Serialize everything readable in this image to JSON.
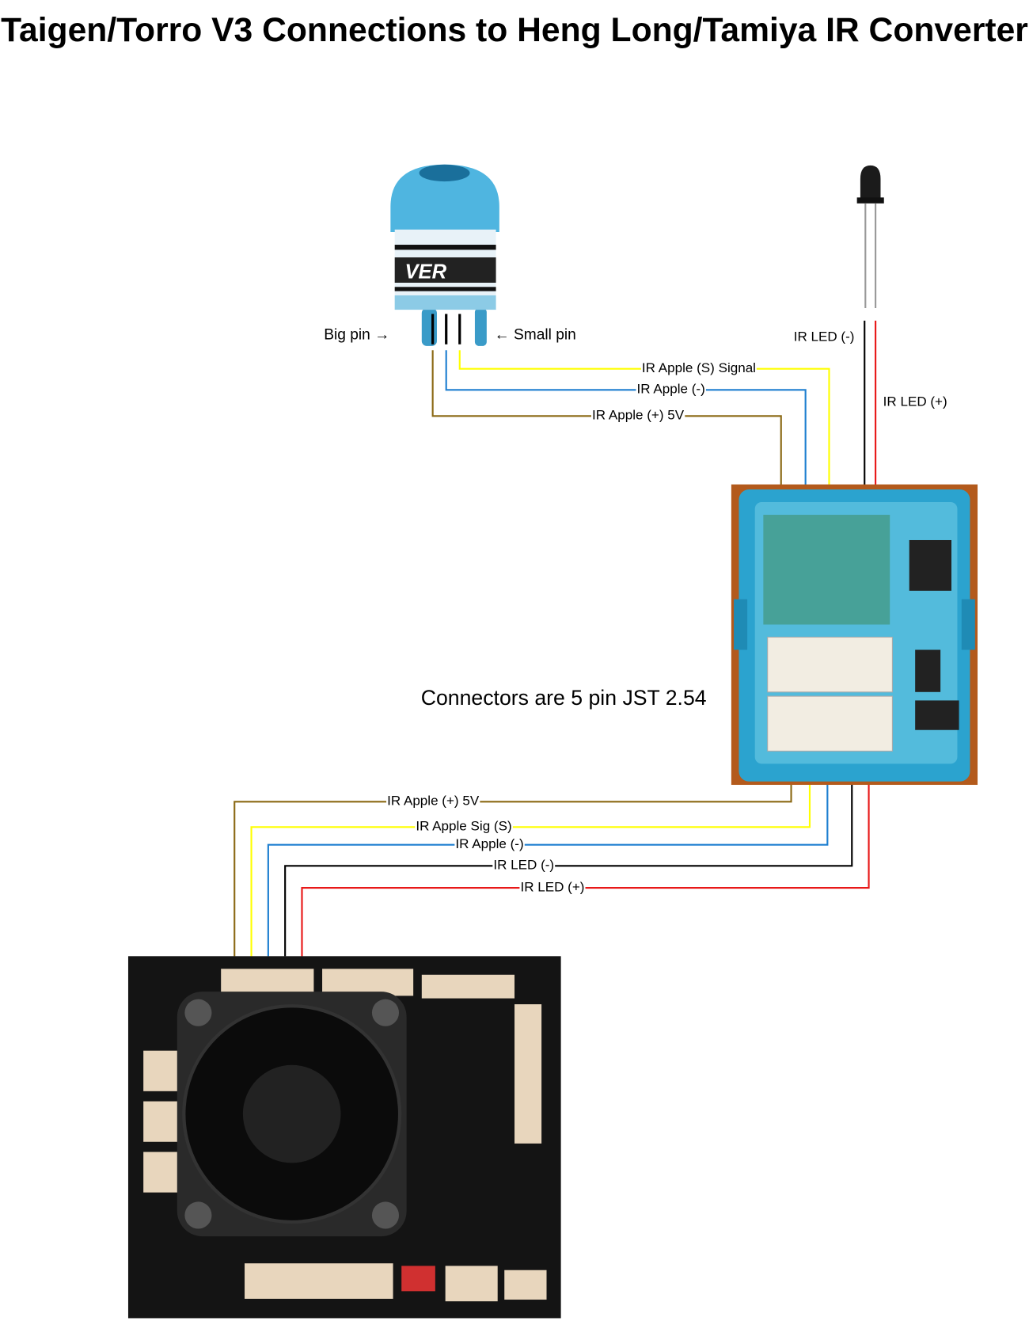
{
  "title": "Taigen/Torro V3 Connections to Heng Long/Tamiya IR Converter",
  "receiver": {
    "brand_text": "VER",
    "big_pin_label": "Big pin →",
    "small_pin_label": "←   Small pin"
  },
  "top_wires": {
    "signal": "IR Apple (S) Signal",
    "minus": "IR Apple (-)",
    "plus": "IR Apple (+) 5V",
    "led_minus": "IR LED (-)",
    "led_plus": "IR LED (+)"
  },
  "converter_note": "Connectors are 5 pin JST 2.54",
  "bottom_wires": {
    "plus": "IR Apple (+) 5V",
    "signal": "IR Apple Sig (S)",
    "minus": "IR Apple (-)",
    "led_minus": "IR LED (-)",
    "led_plus": "IR LED (+)"
  },
  "colors": {
    "brown": "#8B6914",
    "yellow": "#FFFF00",
    "blue": "#1E7FD0",
    "black": "#000000",
    "red": "#E81818"
  }
}
